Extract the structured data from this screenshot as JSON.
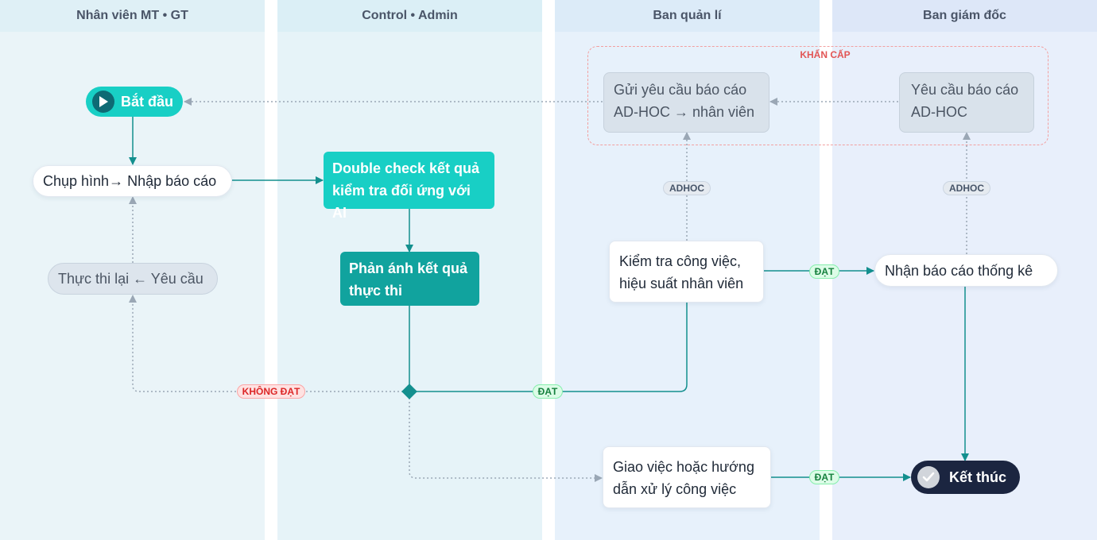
{
  "lanes": [
    {
      "name": "Nhân viên MT • GT",
      "bg": "#eaf4f8",
      "head_bg": "#dff0f6"
    },
    {
      "name": "Control • Admin",
      "bg": "#e6f3f8",
      "head_bg": "#dbeff6"
    },
    {
      "name": "Ban quản lí",
      "bg": "#e7f1fb",
      "head_bg": "#dcebf8"
    },
    {
      "name": "Ban giám đốc",
      "bg": "#e8effb",
      "head_bg": "#dde7f8"
    }
  ],
  "nodes": {
    "start": "Bắt đầu",
    "capture": "Chụp hình→ Nhập báo cáo",
    "retry": "Thực thi lại ← Yêu cầu",
    "double_check": [
      "Double check kết quả",
      "kiểm tra đối ứng với AI"
    ],
    "feedback": [
      "Phản ánh kết quả",
      "thực thi"
    ],
    "send_request": [
      "Gửi yêu cầu báo cáo",
      "AD-HOC → nhân viên"
    ],
    "request_adhoc": [
      "Yêu cầu báo cáo",
      "AD-HOC"
    ],
    "check_work": [
      "Kiểm tra công việc,",
      "hiệu suất nhân viên"
    ],
    "receive_report": "Nhận báo cáo thống kê",
    "assign": [
      "Giao việc hoặc hướng",
      "dẫn xử lý công việc"
    ],
    "end": "Kết thúc"
  },
  "urgent_label": "KHẨN CẤP",
  "badges": {
    "pass": "ĐẠT",
    "fail": "KHÔNG ĐẠT",
    "adhoc": "ADHOC"
  },
  "colors": {
    "flow": "#138f8e",
    "dotted": "#9aa7b5",
    "teal": "#18cfc5",
    "teal_dark": "#11a39e",
    "end": "#1b2540"
  }
}
